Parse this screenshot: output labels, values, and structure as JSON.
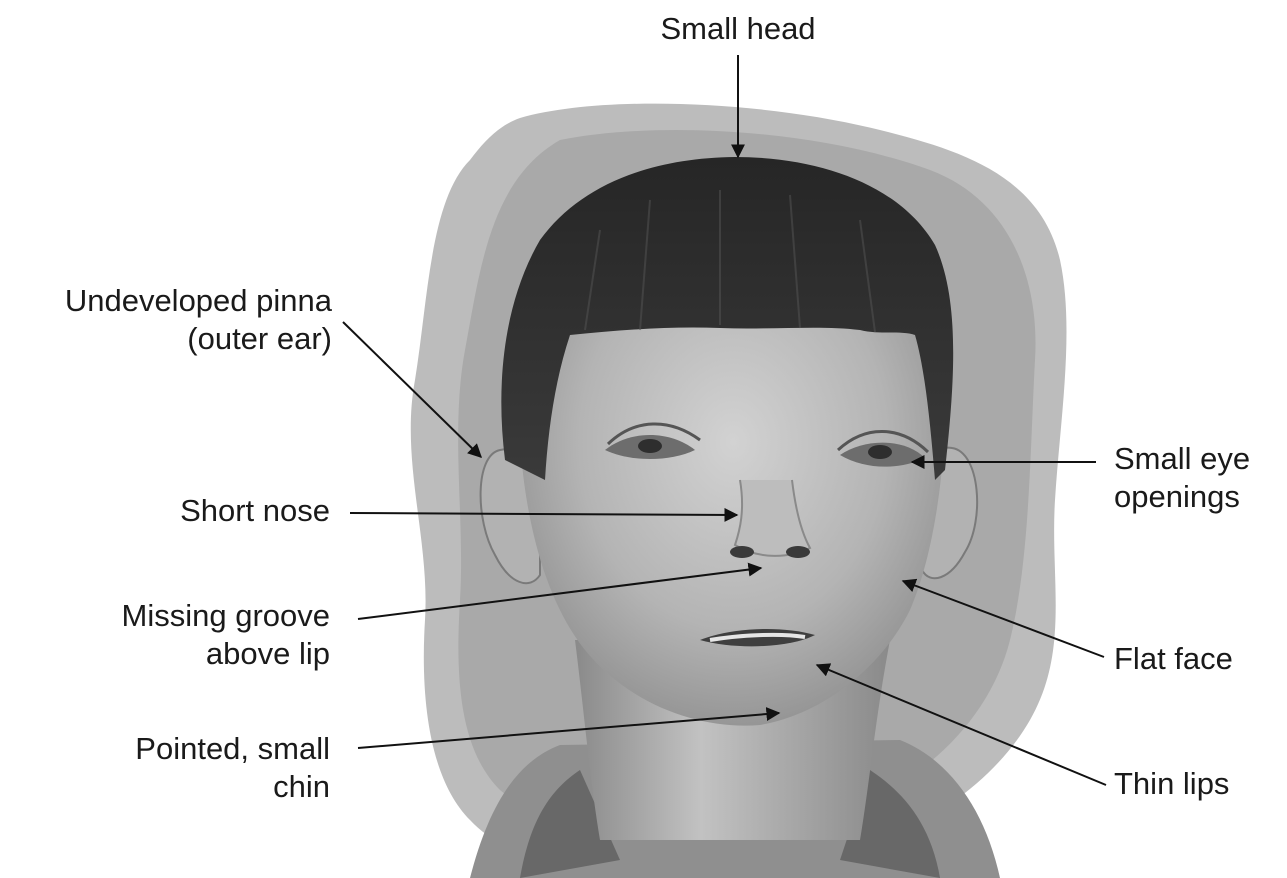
{
  "labels": {
    "small_head": "Small head",
    "undeveloped_pinna": [
      "Undeveloped pinna",
      "(outer ear)"
    ],
    "short_nose": "Short nose",
    "missing_groove": [
      "Missing groove",
      "above lip"
    ],
    "pointed_chin": [
      "Pointed, small",
      "chin"
    ],
    "small_eye_openings": [
      "Small eye",
      "openings"
    ],
    "flat_face": "Flat face",
    "thin_lips": "Thin lips"
  },
  "colors": {
    "background_wash": "#a9a9a9",
    "skin_light": "#c9c9c9",
    "skin_mid": "#a8a8a8",
    "skin_dark": "#7c7c7c",
    "hair": "#2b2b2b",
    "leader_line": "#111111"
  }
}
